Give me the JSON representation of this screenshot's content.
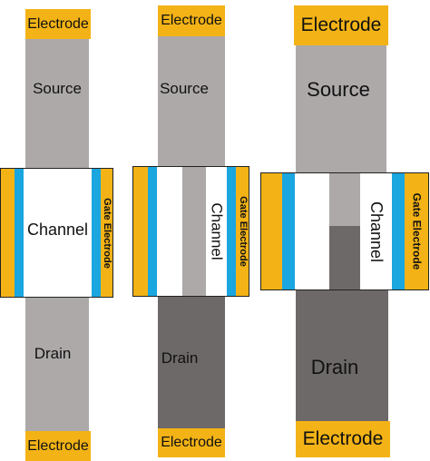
{
  "colors": {
    "electrode": "#F3B316",
    "source": "#ADA9A9",
    "drain_light": "#ADA9A9",
    "drain_dark": "#6E6969",
    "channel": "#FFFFFF",
    "dielectric": "#1AA6DF",
    "gate_outline": "#222222"
  },
  "diagrams": [
    {
      "electrode_top": "Electrode",
      "source": "Source",
      "channel": "Channel",
      "gate": "Gate Electrode",
      "drain": "Drain",
      "electrode_bottom": "Electrode"
    },
    {
      "electrode_top": "Electrode",
      "source": "Source",
      "channel": "Channel",
      "gate": "Gate Electrode",
      "drain": "Drain",
      "electrode_bottom": "Electrode"
    },
    {
      "electrode_top": "Electrode",
      "source": "Source",
      "channel": "Channel",
      "gate": "Gate Electrode",
      "drain": "Drain",
      "electrode_bottom": "Electrode"
    }
  ]
}
